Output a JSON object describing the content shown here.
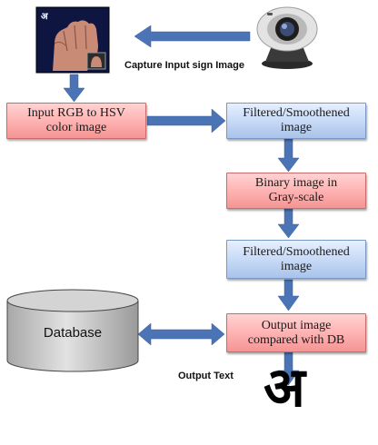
{
  "captions": {
    "capture": "Capture Input sign Image",
    "output_text": "Output Text"
  },
  "boxes": {
    "rgb_to_hsv": "Input RGB to HSV color image",
    "filtered_1": "Filtered/Smoothened image",
    "binary": "Binary image in Gray-scale",
    "filtered_2": "Filtered/Smoothened image",
    "compare": "Output image compared with DB",
    "database": "Database"
  },
  "photo_glyph": "अ",
  "output_glyph": "अ",
  "colors": {
    "arrow": "#4a74b6",
    "red_box": "#ffb6b6",
    "blue_box": "#c8daf6",
    "database": "#c8c8c8"
  }
}
